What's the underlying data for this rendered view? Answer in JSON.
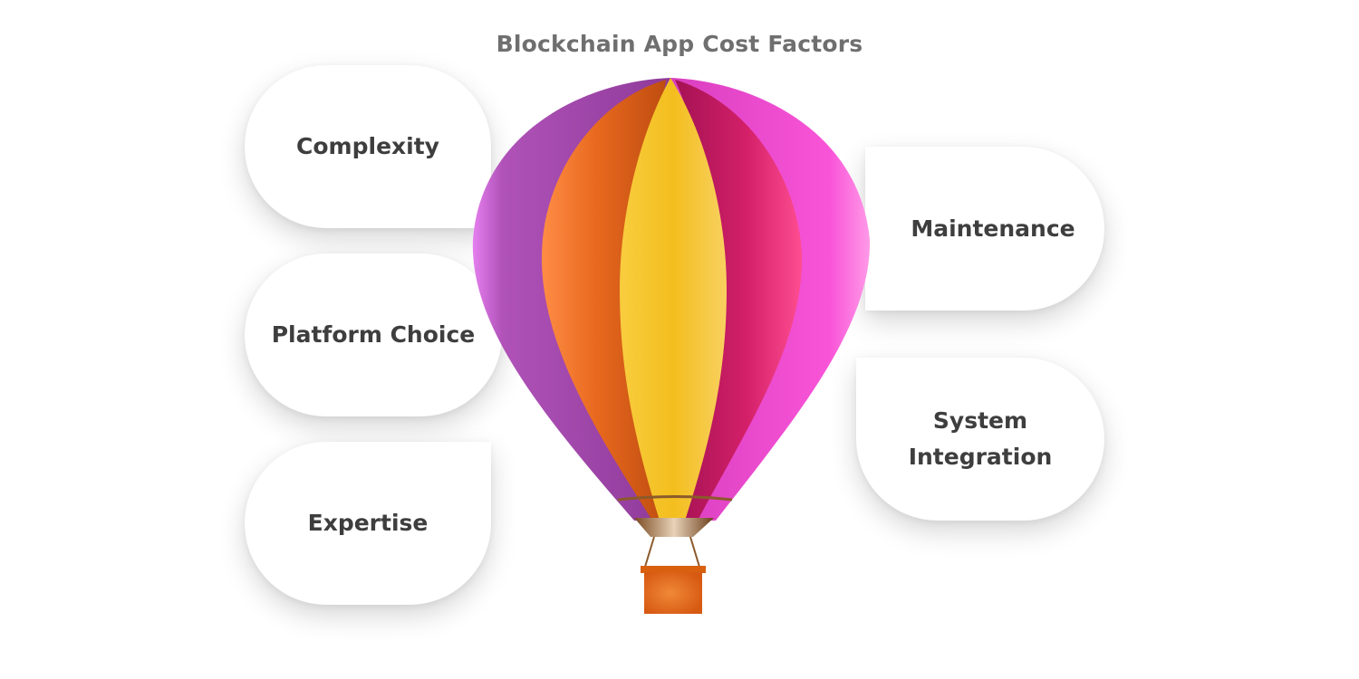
{
  "title": "Blockchain App Cost Factors",
  "factors": {
    "complexity": "Complexity",
    "platform_choice": "Platform Choice",
    "expertise": "Expertise",
    "maintenance": "Maintenance",
    "system_integration": "System Integration"
  },
  "balloon": {
    "icon": "hot-air-balloon-icon",
    "colors": {
      "purple": "#A94FB0",
      "orange": "#E8691E",
      "yellow": "#F3BE1E",
      "crimson": "#D42069",
      "pink": "#F954D8",
      "band": "#8B5A2B",
      "basket": "#E56A1E"
    }
  },
  "colors": {
    "title_text": "#6F6F6F",
    "card_text": "#3E3E3E",
    "card_bg": "#FFFFFF",
    "page_bg": "#FFFFFF"
  }
}
